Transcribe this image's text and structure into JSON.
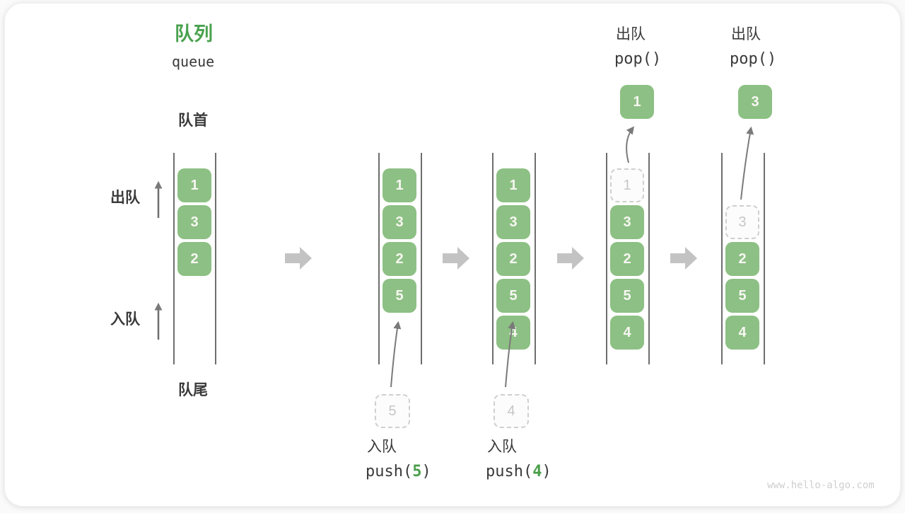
{
  "title": {
    "zh": "队列",
    "en": "queue"
  },
  "side_labels": {
    "front": "队首",
    "rear": "队尾",
    "dequeue": "出队",
    "enqueue": "入队"
  },
  "operations": {
    "pop1": {
      "zh": "出队",
      "call": "pop()"
    },
    "pop2": {
      "zh": "出队",
      "call": "pop()"
    },
    "push5": {
      "zh": "入队",
      "call_pre": "push(",
      "arg": "5",
      "call_suf": ")"
    },
    "push4": {
      "zh": "入队",
      "call_pre": "push(",
      "arg": "4",
      "call_suf": ")"
    }
  },
  "queues": [
    {
      "cells": [
        "1",
        "3",
        "2"
      ]
    },
    {
      "cells": [
        "1",
        "3",
        "2",
        "5"
      ]
    },
    {
      "cells": [
        "1",
        "3",
        "2",
        "5",
        "4"
      ]
    },
    {
      "ghost": "1",
      "cells": [
        "3",
        "2",
        "5",
        "4"
      ]
    },
    {
      "ghost": "3",
      "cells": [
        "2",
        "5",
        "4"
      ]
    }
  ],
  "popped_cells": [
    "1",
    "3"
  ],
  "staged_cells": [
    "5",
    "4"
  ],
  "watermark": "www.hello-algo.com",
  "colors": {
    "cell_green": "#8dc084",
    "accent_green": "#4aa14f",
    "label_dark": "#3a3a3a",
    "ghost_gray": "#c6c6c6",
    "thin_arrow_gray": "#7a7a7a",
    "block_arrow_gray": "#c3c3c3",
    "line_gray": "#6e6e6e",
    "watermark_gray": "#cfcfcf"
  }
}
